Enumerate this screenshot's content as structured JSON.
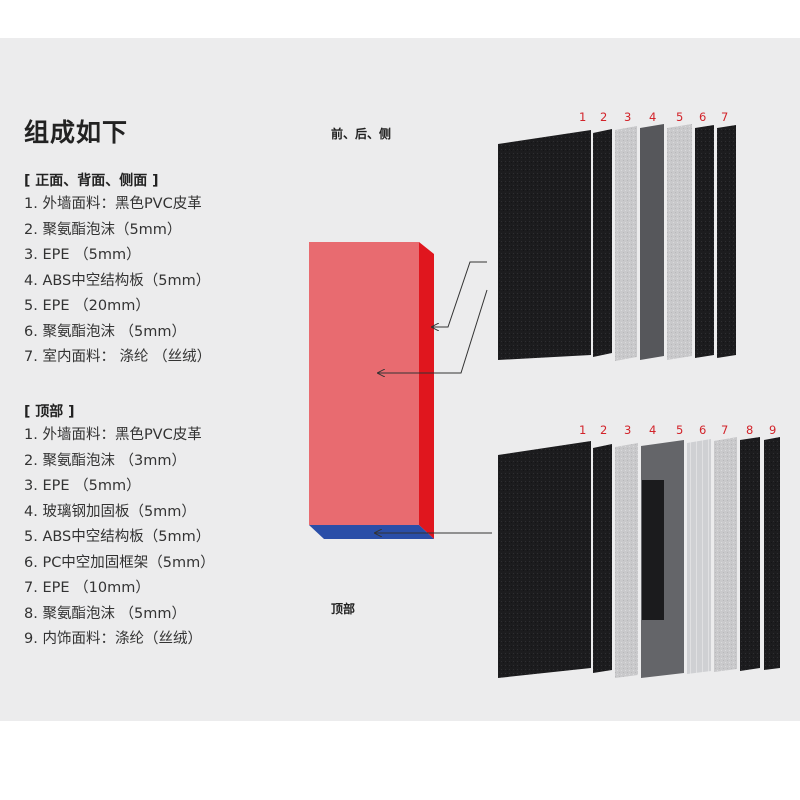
{
  "heading": "组成如下",
  "side": {
    "section_title": "[ 正面、背面、侧面 ]",
    "items": [
      "1. 外墙面料：黑色PVC皮革",
      "2. 聚氨酯泡沫（5mm）",
      "3. EPE （5mm）",
      "4. ABS中空结构板（5mm）",
      "5. EPE （20mm）",
      "6. 聚氨酯泡沫 （5mm）",
      "7. 室内面料： 涤纶 （丝绒）"
    ]
  },
  "top": {
    "section_title": "[ 顶部 ]",
    "items": [
      "1. 外墙面料：黑色PVC皮革",
      "2. 聚氨酯泡沫 （3mm）",
      "3. EPE （5mm）",
      "4. 玻璃钢加固板（5mm）",
      "5. ABS中空结构板（5mm）",
      "6. PC中空加固框架（5mm）",
      "7. EPE （10mm）",
      "8. 聚氨酯泡沫 （5mm）",
      "9. 内饰面料：涤纶（丝绒）"
    ]
  },
  "labels": {
    "front_back_side": "前、后、侧",
    "top": "顶部"
  },
  "layer_numbers_upper": [
    "1",
    "2",
    "3",
    "4",
    "5",
    "6",
    "7"
  ],
  "layer_numbers_lower": [
    "1",
    "2",
    "3",
    "4",
    "5",
    "6",
    "7",
    "8",
    "9"
  ],
  "colors": {
    "accent_red": "#d2232a",
    "box_front": "#e86b70",
    "box_side": "#e0161e",
    "box_bottom": "#2a4ea8"
  }
}
